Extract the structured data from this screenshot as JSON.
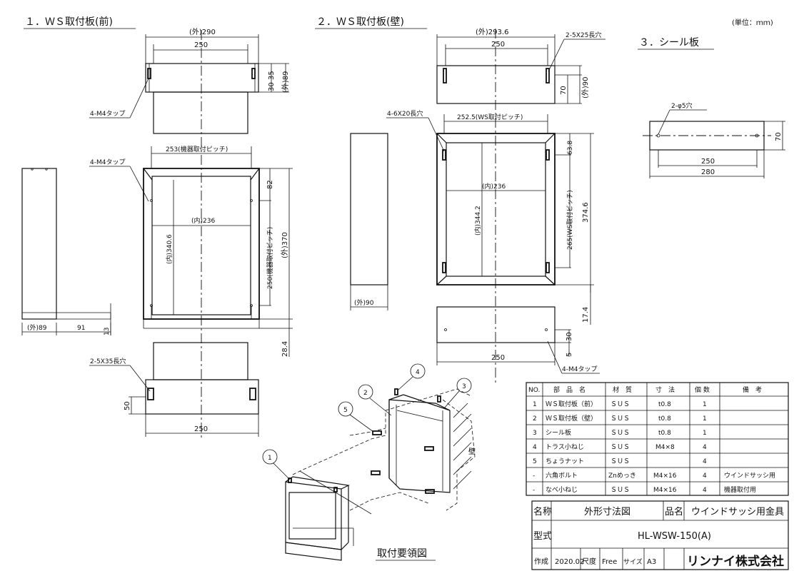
{
  "unit_note": "(単位：ｍｍ)",
  "views": {
    "front": {
      "title": "１．ＷＳ取付板(前)",
      "dims": {
        "outer_width": "(外)290",
        "inner_250_top": "250",
        "d35": "35",
        "d30": "30",
        "outer_89_v": "(外)89",
        "tap_label_1": "4-M4タップ",
        "tap_label_2": "4-M4タップ",
        "pitch_253": "253(機器取付ピッチ)",
        "inner_236": "(内)236",
        "inner_340": "(内)340.6",
        "d82": "82",
        "pitch_250": "250(機器取付ピッチ)",
        "outer_370": "(外)370",
        "d28": "28.4",
        "side_outer_89": "(外)89",
        "side_91": "91",
        "side_13": "13",
        "slot_label": "2-5X35長穴",
        "d50": "50",
        "bottom_250": "250"
      }
    },
    "wall": {
      "title": "２．ＷＳ取付板(壁)",
      "dims": {
        "outer_293": "(外)293.6",
        "inner_250": "250",
        "slot_label": "2-5X25長穴",
        "d70": "70",
        "outer_90_v": "(外)90",
        "slot_label_2": "4-6X20長穴",
        "pitch_252": "252.5(WS取付ピッチ)",
        "d63": "63.8",
        "inner_236": "(内)236",
        "inner_344": "(内)344.2",
        "pitch_265": "265(WS取付ピッチ)",
        "d374": "374.6",
        "side_outer_90": "(外)90",
        "d17": "17.4",
        "d30": "30",
        "d5": "5",
        "bottom_250": "250",
        "tap_label": "4-M4タップ"
      }
    },
    "seal": {
      "title": "３．シール板",
      "dims": {
        "hole_label": "2-φ5穴",
        "d70": "70",
        "d250": "250",
        "d280": "280"
      }
    },
    "assembly": {
      "caption": "取付要領図",
      "wall_label": "壁",
      "balloons": [
        "1",
        "2",
        "3",
        "4",
        "5"
      ]
    }
  },
  "parts_table": {
    "headers": [
      "NO.",
      "部　品　名",
      "材　質",
      "寸　法",
      "個 数",
      "備　考"
    ],
    "rows": [
      [
        "1",
        "ＷＳ取付板（前）",
        "ＳＵＳ",
        "t0.8",
        "1",
        ""
      ],
      [
        "2",
        "ＷＳ取付板（壁）",
        "ＳＵＳ",
        "t0.8",
        "1",
        ""
      ],
      [
        "3",
        "シール板",
        "ＳＵＳ",
        "t0.8",
        "1",
        ""
      ],
      [
        "4",
        "トラス小ねじ",
        "ＳＵＳ",
        "M4×8",
        "4",
        ""
      ],
      [
        "5",
        "ちょうナット",
        "ＳＵＳ",
        "",
        "4",
        ""
      ],
      [
        "-",
        "六角ボルト",
        "Znめっき",
        "M4×16",
        "4",
        "ウインドサッシ用"
      ],
      [
        "-",
        "なべ小ねじ",
        "ＳＵＳ",
        "M4×16",
        "4",
        "機器取付用"
      ]
    ]
  },
  "title_block": {
    "name_label": "名称",
    "name_value": "外形寸法図",
    "product_label": "品名",
    "product_value": "ウインドサッシ用金具",
    "model_label": "型式",
    "model_value": "HL-WSW-150(A)",
    "made_label": "作成",
    "made_value": "2020.02",
    "scale_label": "尺度",
    "scale_value": "Free",
    "size_label": "サイズ",
    "size_value": "A3",
    "company": "リンナイ株式会社"
  }
}
